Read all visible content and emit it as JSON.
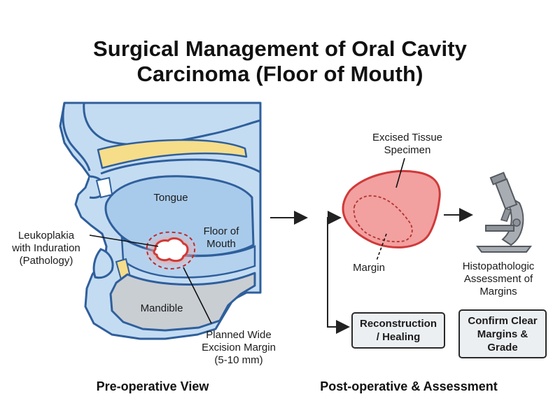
{
  "title": {
    "line1": "Surgical Management of Oral Cavity",
    "line2": "Carcinoma (Floor of Mouth)"
  },
  "anatomy_labels": {
    "tongue": "Tongue",
    "floor_of_mouth": [
      "Floor of",
      "Mouth"
    ],
    "leukoplakia": [
      "Leukoplakia",
      "with Induration",
      "(Pathology)"
    ],
    "mandible": "Mandible",
    "planned_margin": [
      "Planned Wide",
      "Excision Margin",
      "(5-10 mm)"
    ]
  },
  "specimen_labels": {
    "excised_tissue": [
      "Excised Tissue",
      "Specimen"
    ],
    "margin": "Margin"
  },
  "assessment_labels": {
    "histopathologic": [
      "Histopathologic",
      "Assessment of",
      "Margins"
    ]
  },
  "boxes": {
    "reconstruction": [
      "Reconstruction",
      "/ Healing"
    ],
    "confirm": [
      "Confirm Clear",
      "Margins &",
      "Grade"
    ]
  },
  "captions": {
    "pre_operative": "Pre-operative View",
    "post_operative": "Post-operative & Assessment"
  },
  "colors": {
    "outline_blue": "#2f5f9c",
    "tissue_blue": "#bcd6ef",
    "tongue_blue": "#a9cbeb",
    "bone_gray": "#c9ced3",
    "palate_yellow": "#f6dd8a",
    "lesion_red": "#e0534f",
    "specimen_pink": "#f2a0a0",
    "specimen_border": "#cf3a3a",
    "microscope_gray": "#a8adb3"
  }
}
